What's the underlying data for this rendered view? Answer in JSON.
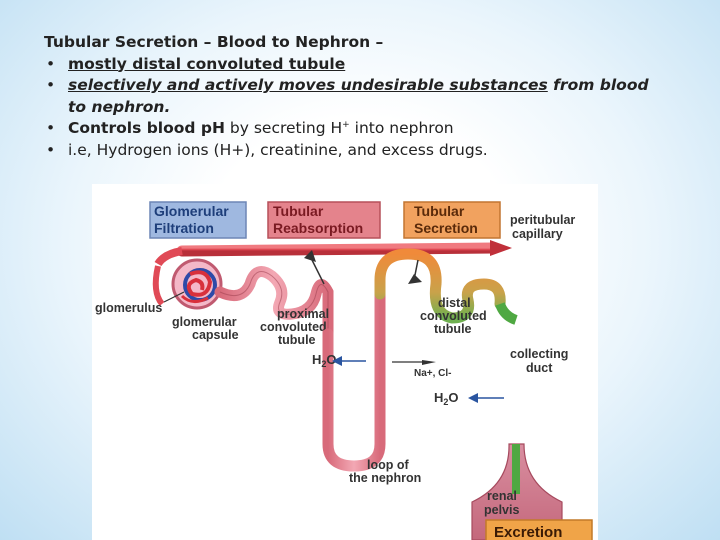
{
  "text": {
    "title": "Tubular Secretion – Blood to Nephron –",
    "bullet1": "mostly distal convoluted tubule",
    "bullet2_a": "selectively and actively moves undesirable substances",
    "bullet2_b": " from blood",
    "bullet2_cont": "to nephron.",
    "bullet3_a": "Controls blood pH",
    "bullet3_b": " by secreting H",
    "bullet3_sup": "+",
    "bullet3_c": " into nephron",
    "bullet4": "i.e, Hydrogen ions (H+), creatinine, and excess drugs.",
    "bullet_char": "•"
  },
  "diagram": {
    "box_glomerular_1": "Glomerular",
    "box_glomerular_2": "Filtration",
    "box_reabs_1": "Tubular",
    "box_reabs_2": "Reabsorption",
    "box_secr_1": "Tubular",
    "box_secr_2": "Secretion",
    "box_excretion": "Excretion",
    "peritubular_1": "peritubular",
    "peritubular_2": "capillary",
    "glomerulus": "glomerulus",
    "capsule_1": "glomerular",
    "capsule_2": "capsule",
    "pct_1": "proximal",
    "pct_2": "convoluted",
    "pct_3": "tubule",
    "dct_1": "distal",
    "dct_2": "convoluted",
    "dct_3": "tubule",
    "collecting_1": "collecting",
    "collecting_2": "duct",
    "water_1": "H",
    "water_sub": "2",
    "water_2": "O",
    "na_cl": "Na+, Cl-",
    "loop_1": "loop of",
    "loop_2": "the nephron",
    "pelvis_1": "renal",
    "pelvis_2": "pelvis"
  },
  "colors": {
    "glomerular_box": "#9fb8e0",
    "reabsorption_box": "#e4838c",
    "secretion_box": "#f1a25f",
    "excretion_box": "#f0a448",
    "capillary": "#e4505a",
    "tubule": "#e78a98",
    "collecting_duct": "#4fa842"
  }
}
